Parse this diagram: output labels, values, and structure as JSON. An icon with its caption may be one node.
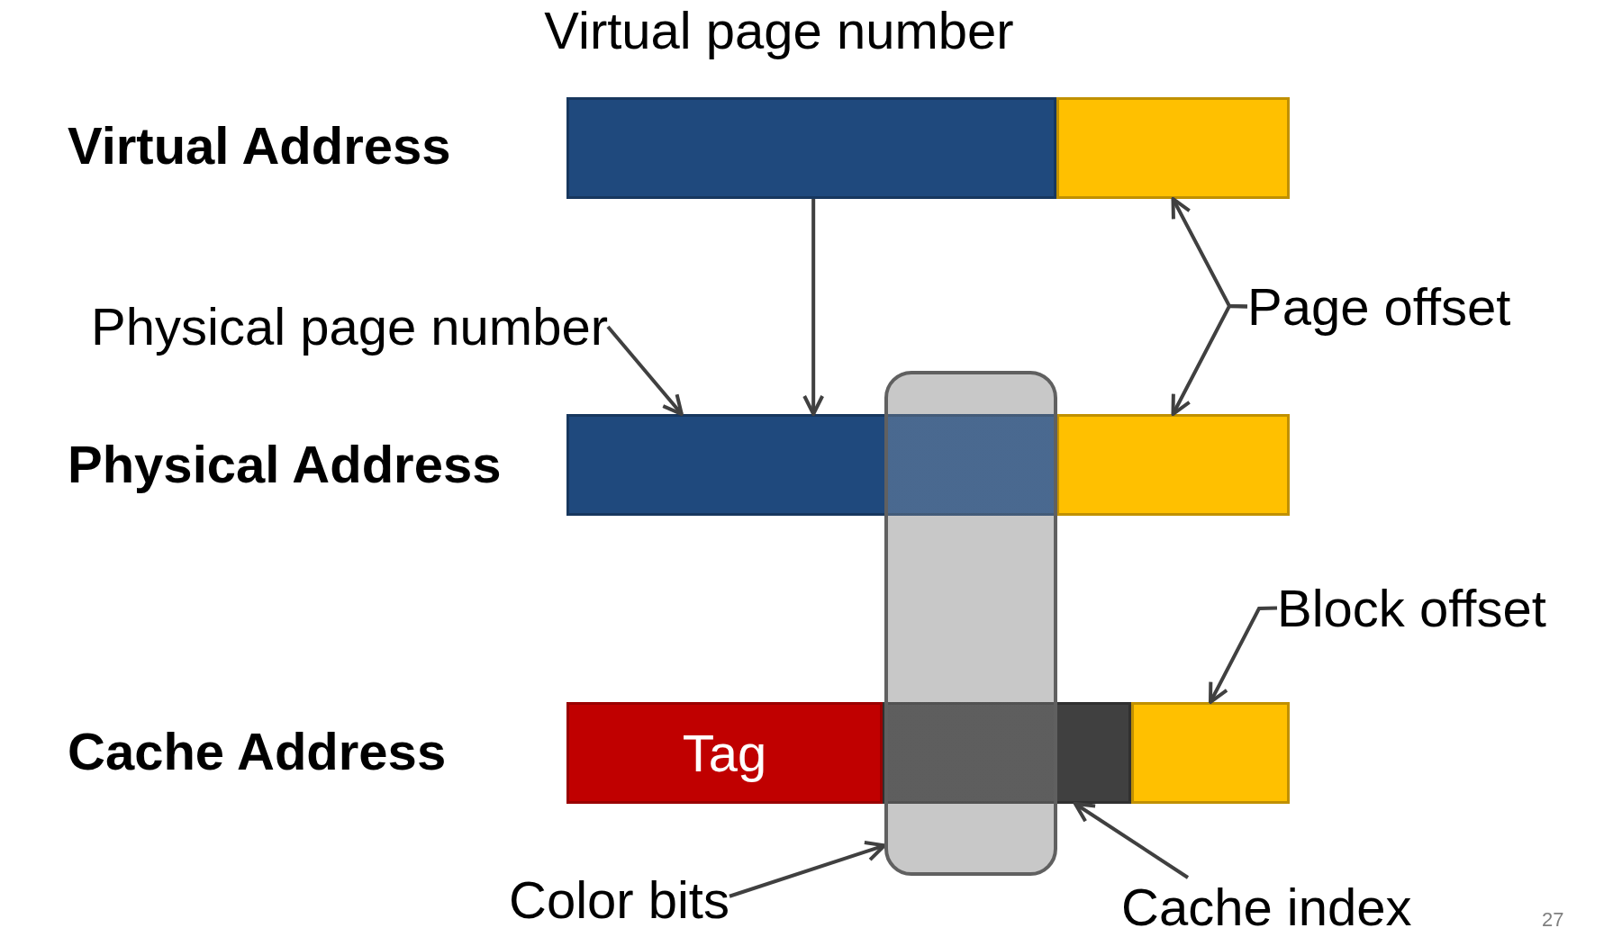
{
  "diagram": {
    "nodes": [
      {
        "text": [],
        "shape": "bar",
        "beside": [
          "Virtual page number"
        ]
      },
      {
        "text": [],
        "shape": "bar"
      },
      {
        "text": [
          "Physical page number"
        ]
      },
      {
        "text": [
          "Page offset"
        ]
      },
      {
        "text": [],
        "shape": "bar"
      },
      {
        "text": [],
        "shape": "bar"
      },
      {
        "text": [],
        "shape": "box"
      },
      {
        "text": [
          "Block offset"
        ]
      },
      {
        "text": [
          "Tag"
        ]
      },
      {
        "text": [],
        "shape": "bar"
      },
      {
        "text": [],
        "shape": "bar"
      },
      {
        "text": [
          "Color bits"
        ]
      },
      {
        "text": [
          "Cache index"
        ]
      }
    ],
    "edges": [
      {
        "from": 0,
        "to": 4,
        "arrow": "to"
      },
      {
        "from": 2,
        "to": 4,
        "arrow": "to"
      },
      {
        "from": 3,
        "to": 1,
        "arrow": "to"
      },
      {
        "from": 3,
        "to": 5,
        "arrow": "to"
      },
      {
        "from": 7,
        "to": 10,
        "arrow": "to"
      },
      {
        "from": 11,
        "to": 6,
        "arrow": "to"
      },
      {
        "from": 12,
        "to": 9,
        "arrow": "to"
      }
    ],
    "labels": [
      "Virtual Address",
      "Physical Address",
      "Cache Address",
      "27"
    ]
  }
}
